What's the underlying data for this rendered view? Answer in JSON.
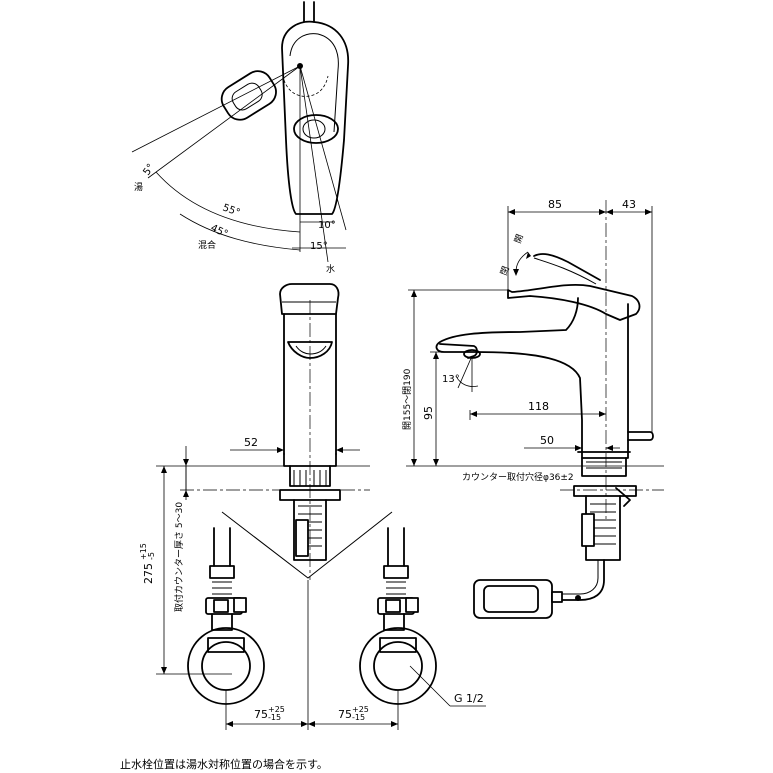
{
  "labels": {
    "hot": "湯",
    "mix": "混合",
    "cold": "水",
    "open": "開",
    "close": "閉",
    "angle_5": "5°",
    "angle_55": "55°",
    "angle_45": "45°",
    "angle_10": "10°",
    "angle_15": "15°",
    "angle_13": "13°",
    "dim_85": "85",
    "dim_43": "43",
    "dim_52": "52",
    "dim_118": "118",
    "dim_50": "50",
    "dim_95": "95",
    "dim_height": "開155〜閉190",
    "counter_hole": "カウンター取付穴径φ36±2",
    "counter_thickness": "取付カウンター厚さ 5〜30",
    "dim_275": "275",
    "tol_275_upper": "+15",
    "tol_275_lower": "-5",
    "dim_75_left": "75",
    "dim_75_right": "75",
    "tol_75_upper": "+25",
    "tol_75_lower": "-15",
    "thread": "G 1/2"
  },
  "footnote": "止水栓位置は湯水対称位置の場合を示す。"
}
